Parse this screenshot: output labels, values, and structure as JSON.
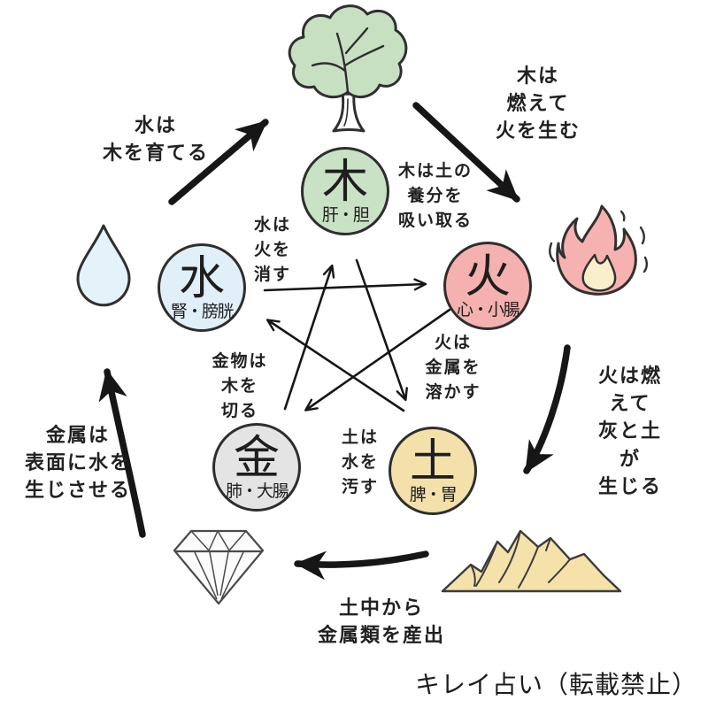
{
  "elements": {
    "wood": {
      "kanji": "木",
      "organs": "肝・胆",
      "color": "#c9e1c4",
      "icon": "tree"
    },
    "fire": {
      "kanji": "火",
      "organs": "心・小腸",
      "color": "#f5b1b0",
      "icon": "flame"
    },
    "earth": {
      "kanji": "土",
      "organs": "脾・胃",
      "color": "#f4e0aa",
      "icon": "mountain"
    },
    "metal": {
      "kanji": "金",
      "organs": "肺・大腸",
      "color": "#e4e4e4",
      "icon": "diamond"
    },
    "water": {
      "kanji": "水",
      "organs": "腎・膀胱",
      "color": "#e1eff8",
      "icon": "water-drop"
    }
  },
  "generating_cycle": {
    "water_to_wood": "水は\n木を育てる",
    "wood_to_fire": "木は\n燃えて\n火を生む",
    "fire_to_earth": "火は燃えて\n灰と土が\n生じる",
    "earth_to_metal": "土中から\n金属類を産出",
    "metal_to_water": "金属は\n表面に水を\n生じさせる"
  },
  "overcoming_cycle": {
    "water_to_fire": "水は\n火を\n消す",
    "wood_to_earth": "木は土の\n養分を\n吸い取る",
    "fire_to_metal": "火は\n金属を\n溶かす",
    "metal_to_wood": "金物は\n木を\n切る",
    "earth_to_water": "土は\n水を\n汚す"
  },
  "footer": "キレイ占い（転載禁止）",
  "colors": {
    "arrow": "#161616",
    "outline": "#2e2e2e",
    "text": "#1e1e1e",
    "background": "#ffffff",
    "flame_inner": "#f9efcd"
  }
}
